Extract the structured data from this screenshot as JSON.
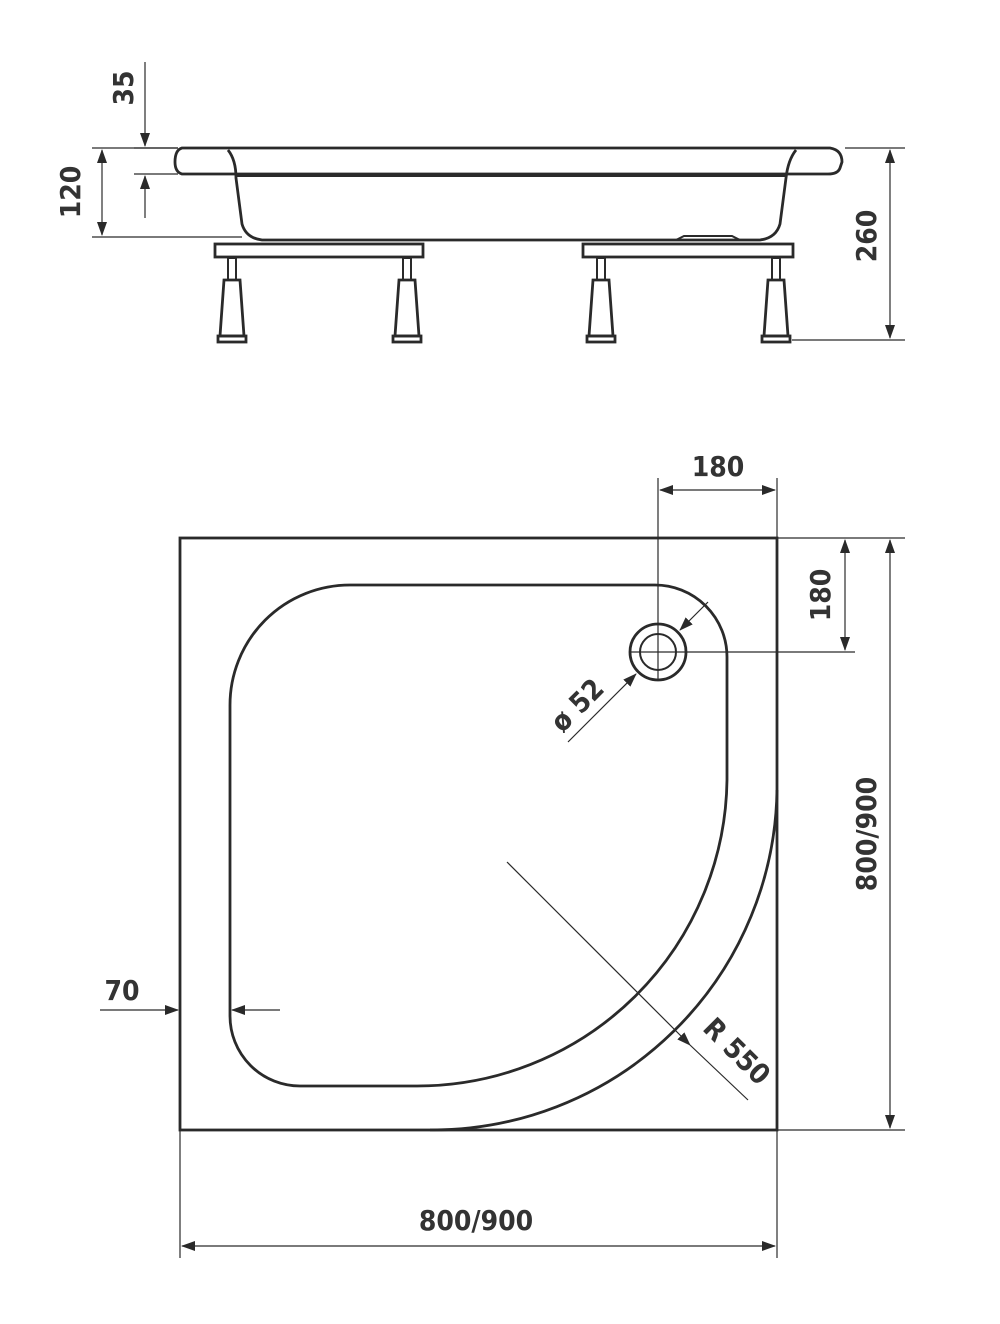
{
  "colors": {
    "line": "#2a2a2a",
    "text": "#333333",
    "background": "#ffffff"
  },
  "side_view": {
    "dim_rim_height": "35",
    "dim_tray_depth": "120",
    "dim_total_height": "260"
  },
  "top_view": {
    "dim_drain_offset_x": "180",
    "dim_drain_offset_y": "180",
    "dim_drain_diameter": "ø 52",
    "dim_radius": "R 550",
    "dim_rim_width": "70",
    "dim_width": "800/900",
    "dim_depth": "800/900"
  }
}
